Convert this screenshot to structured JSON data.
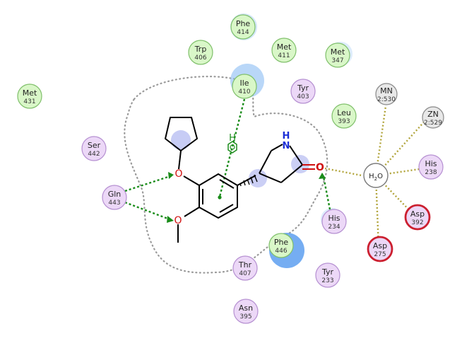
{
  "colors": {
    "hydrophobic_fill": "#d9f7c8",
    "hydrophobic_stroke": "#7fbf6a",
    "polar_fill": "#ecd8f7",
    "polar_stroke": "#b58fd1",
    "acidic_fill": "#ecd8f7",
    "acidic_stroke": "#cc1f2f",
    "metal_fill": "#e8e8e8",
    "metal_stroke": "#888888",
    "water_fill": "#ffffff",
    "hbond": "#1a8c1a",
    "metal_contact": "#b1a43a",
    "solvent_halo": "#7fb6f2",
    "pocket_outline": "#9a9a9a"
  },
  "residues": [
    {
      "id": "phe414",
      "name": "Phe",
      "num": "414",
      "type": "hydrophobic"
    },
    {
      "id": "trp406",
      "name": "Trp",
      "num": "406",
      "type": "hydrophobic"
    },
    {
      "id": "met411",
      "name": "Met",
      "num": "411",
      "type": "hydrophobic"
    },
    {
      "id": "met347",
      "name": "Met",
      "num": "347",
      "type": "hydrophobic"
    },
    {
      "id": "met431",
      "name": "Met",
      "num": "431",
      "type": "hydrophobic"
    },
    {
      "id": "ile410",
      "name": "Ile",
      "num": "410",
      "type": "hydrophobic"
    },
    {
      "id": "tyr403",
      "name": "Tyr",
      "num": "403",
      "type": "polar"
    },
    {
      "id": "leu393",
      "name": "Leu",
      "num": "393",
      "type": "hydrophobic"
    },
    {
      "id": "ser442",
      "name": "Ser",
      "num": "442",
      "type": "polar"
    },
    {
      "id": "gln443",
      "name": "Gln",
      "num": "443",
      "type": "polar"
    },
    {
      "id": "his234",
      "name": "His",
      "num": "234",
      "type": "polar"
    },
    {
      "id": "phe446",
      "name": "Phe",
      "num": "446",
      "type": "hydrophobic"
    },
    {
      "id": "thr407",
      "name": "Thr",
      "num": "407",
      "type": "polar"
    },
    {
      "id": "tyr233",
      "name": "Tyr",
      "num": "233",
      "type": "polar"
    },
    {
      "id": "asn395",
      "name": "Asn",
      "num": "395",
      "type": "polar"
    },
    {
      "id": "his238",
      "name": "His",
      "num": "238",
      "type": "polar"
    },
    {
      "id": "asp392",
      "name": "Asp",
      "num": "392",
      "type": "acidic"
    },
    {
      "id": "asp275",
      "name": "Asp",
      "num": "275",
      "type": "acidic"
    },
    {
      "id": "mn530",
      "name": "MN",
      "num": "2:530",
      "type": "metal"
    },
    {
      "id": "zn529",
      "name": "ZN",
      "num": "2:529",
      "type": "metal"
    }
  ],
  "water": {
    "label": "H",
    "sub": "2",
    "tail": "O"
  },
  "ligand_atoms": {
    "nitrogen": "N",
    "nitrogen_h": "H",
    "carbonyl_o": "O",
    "ether_o1": "O",
    "ether_o2": "O",
    "pi_h": "H"
  }
}
